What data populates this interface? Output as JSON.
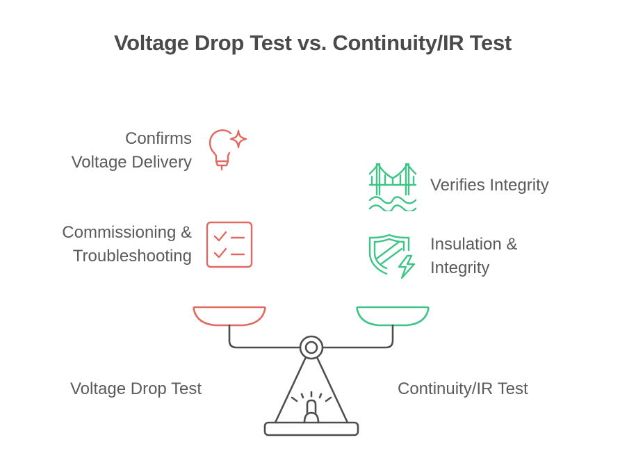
{
  "title": "Voltage Drop Test vs. Continuity/IR Test",
  "colors": {
    "left": "#e06a62",
    "right": "#3ec487",
    "neutral": "#4d4d4d",
    "text": "#5a5a5a"
  },
  "left": {
    "name": "Voltage Drop Test",
    "items": [
      {
        "line1": "Confirms",
        "line2": "Voltage Delivery",
        "icon": "lightbulb-sparkle-icon"
      },
      {
        "line1": "Commissioning &",
        "line2": "Troubleshooting",
        "icon": "checklist-icon"
      }
    ]
  },
  "right": {
    "name": "Continuity/IR Test",
    "items": [
      {
        "line1": "Verifies Integrity",
        "icon": "bridge-icon"
      },
      {
        "line1": "Insulation &",
        "line2": "Integrity",
        "icon": "shield-lightning-icon"
      }
    ]
  }
}
